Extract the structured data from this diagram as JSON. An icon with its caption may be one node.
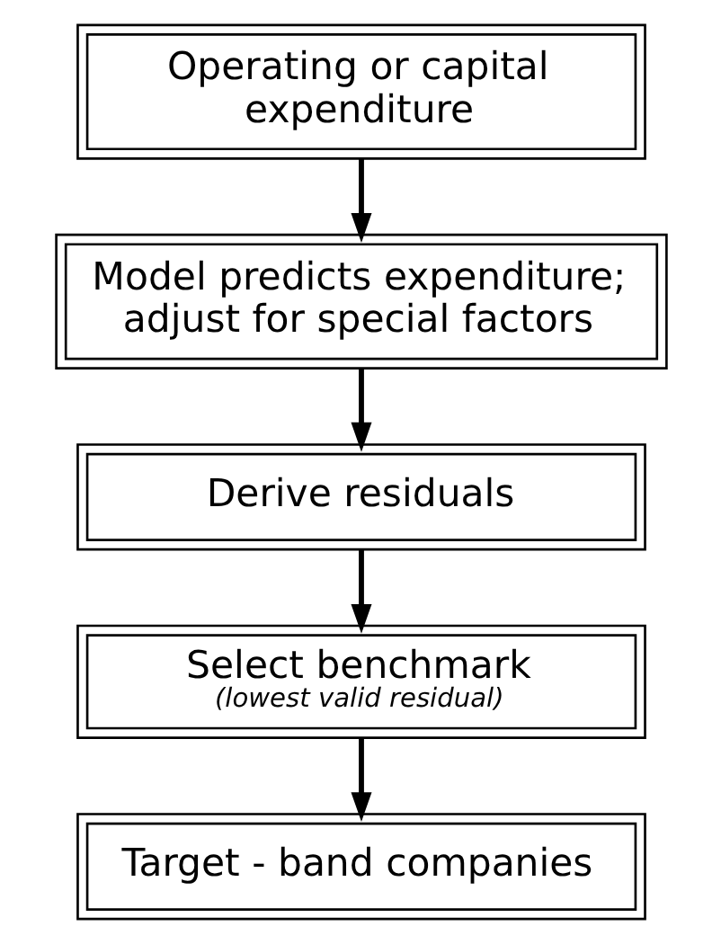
{
  "diagram": {
    "nodes": [
      {
        "text": [
          "Operating or capital expenditure"
        ]
      },
      {
        "text": [
          "Model predicts expenditure; adjust for special factors"
        ]
      },
      {
        "text": [
          "Derive residuals"
        ]
      },
      {
        "text": [
          "Select benchmark",
          "(lowest valid residual)"
        ]
      },
      {
        "text": [
          "Target - band companies"
        ]
      }
    ],
    "edges": [
      {
        "from": 0,
        "to": 1,
        "arrow": "to"
      },
      {
        "from": 1,
        "to": 2,
        "arrow": "to"
      },
      {
        "from": 2,
        "to": 3,
        "arrow": "to"
      },
      {
        "from": 3,
        "to": 4,
        "arrow": "to"
      }
    ]
  }
}
